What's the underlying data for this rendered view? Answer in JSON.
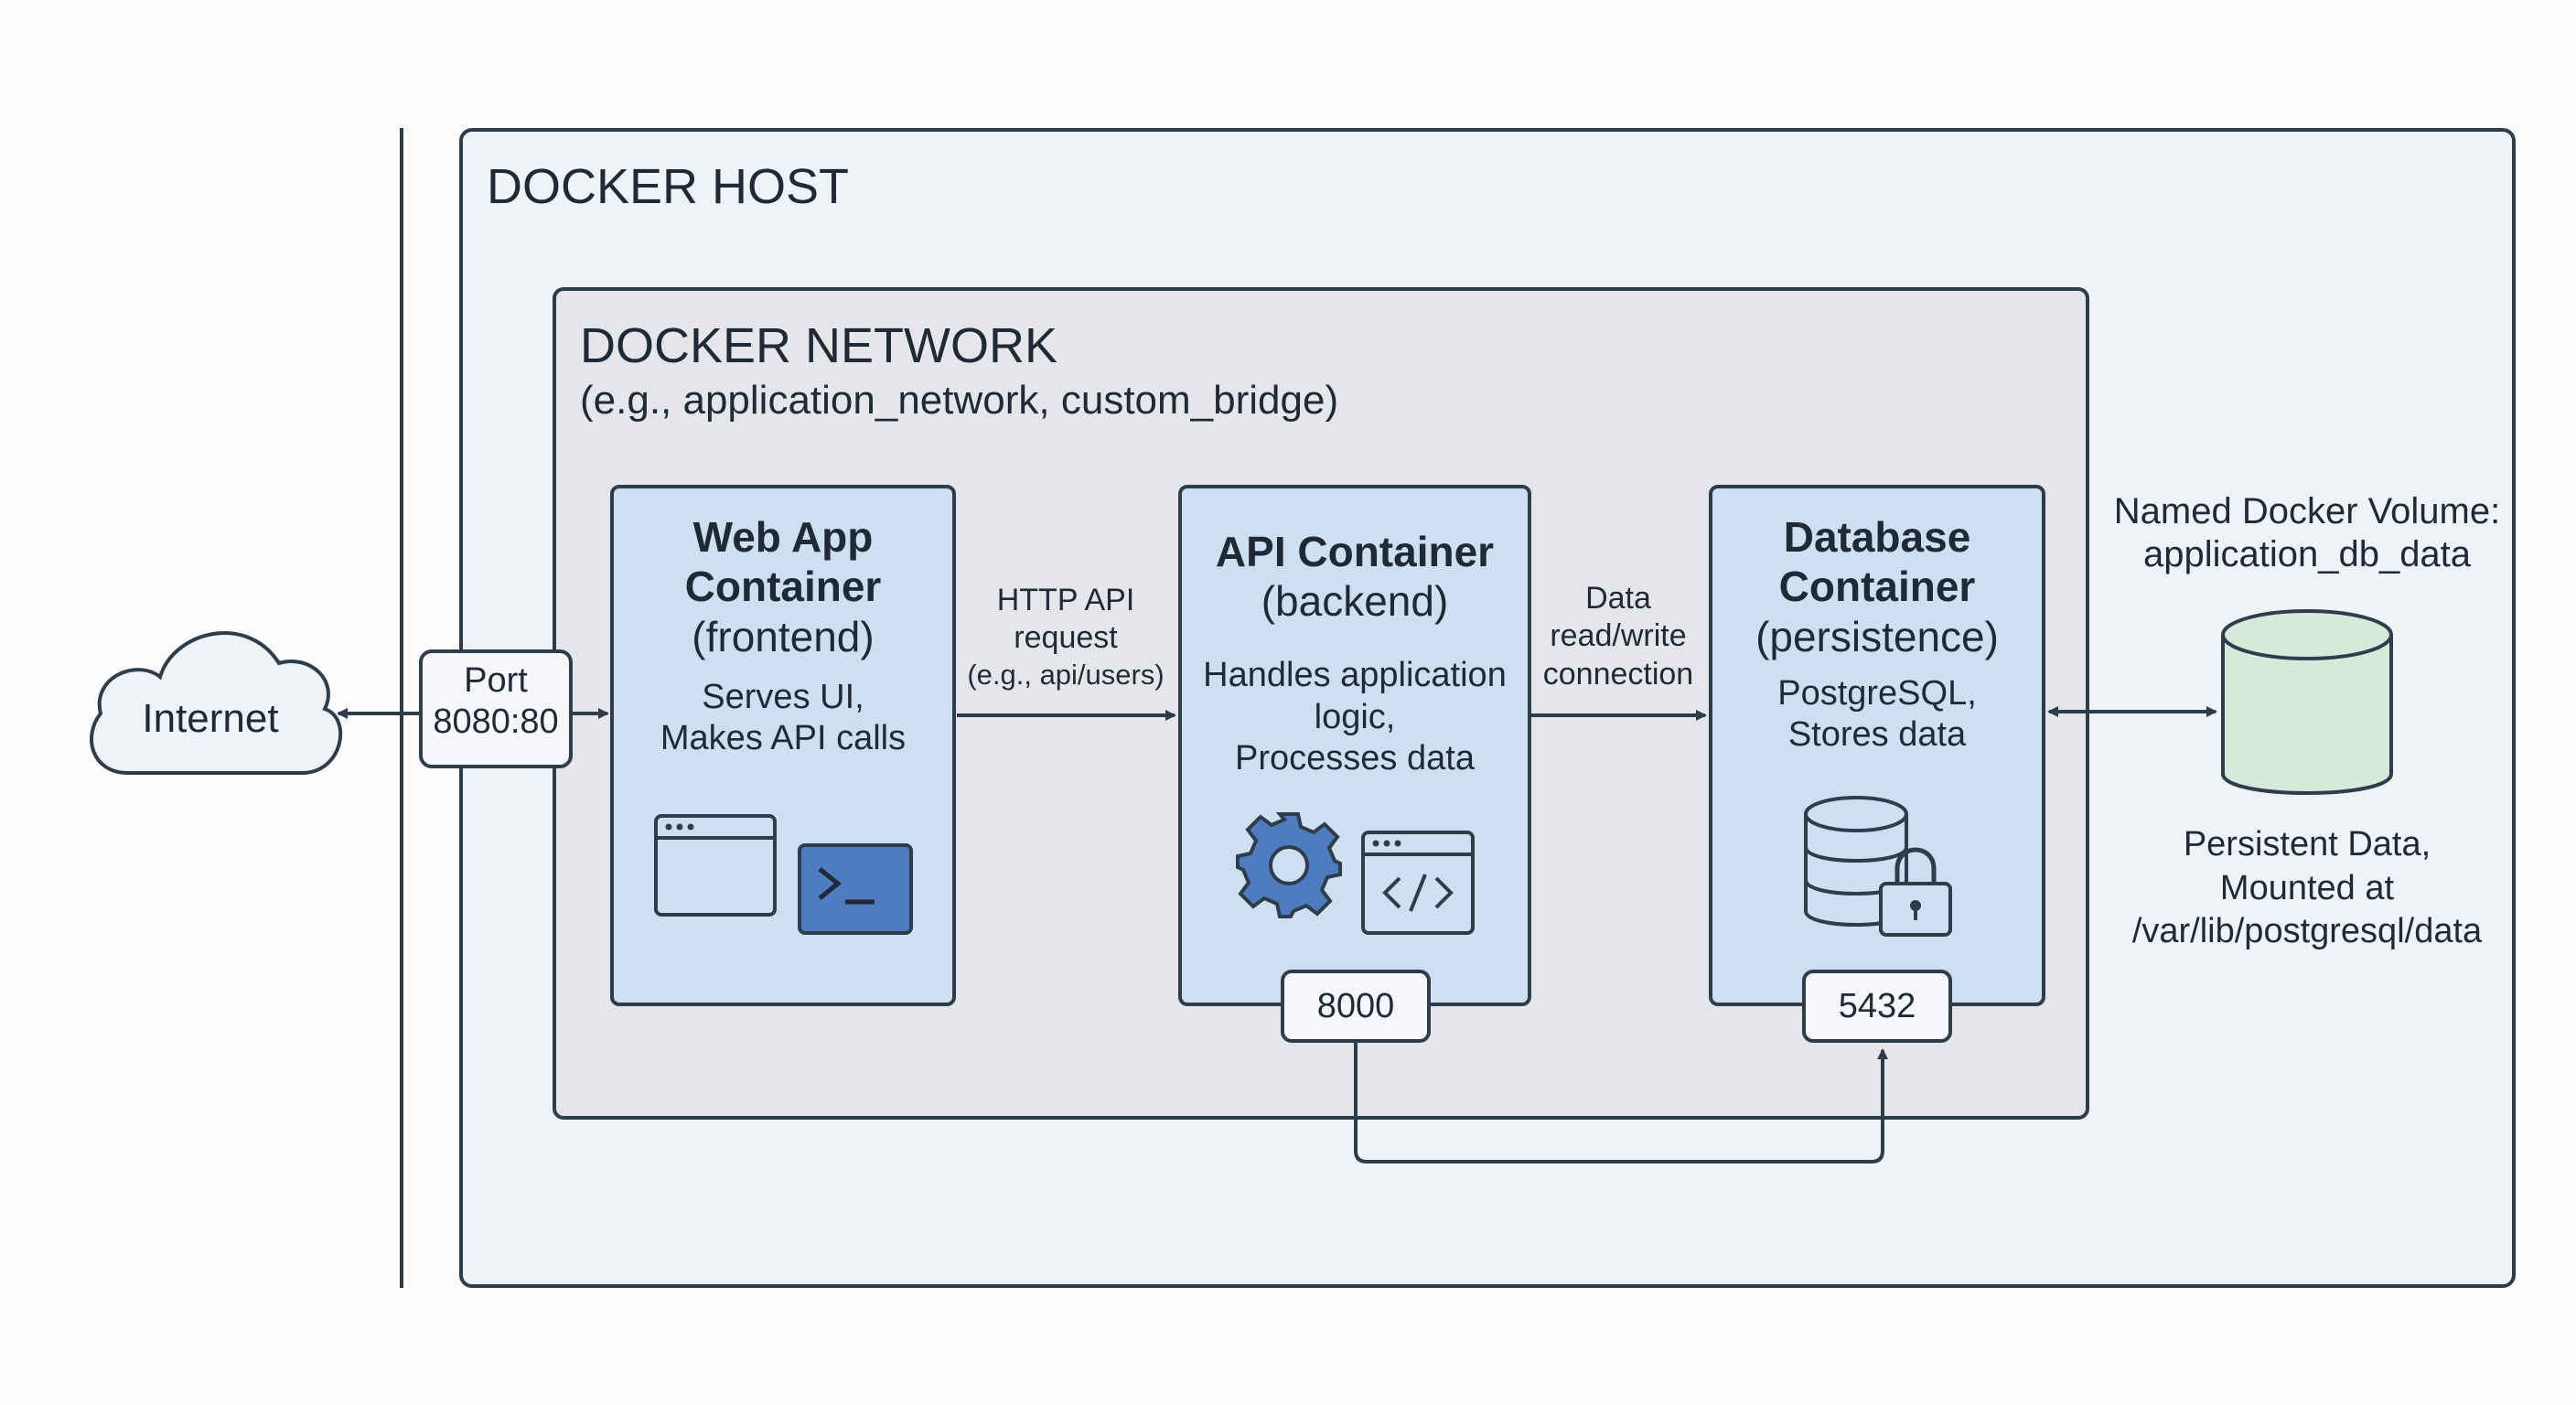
{
  "docker_host": {
    "title": "DOCKER HOST"
  },
  "docker_network": {
    "title": "DOCKER NETWORK",
    "subtitle": "(e.g., application_network, custom_bridge)"
  },
  "internet": {
    "label": "Internet"
  },
  "port_mapping": {
    "line1": "Port",
    "line2": "8080:80"
  },
  "web_app": {
    "title1": "Web App",
    "title2": "Container",
    "title3": "(frontend)",
    "desc1": "Serves UI,",
    "desc2": "Makes API calls",
    "icons": [
      "browser-window-icon",
      "terminal-icon"
    ]
  },
  "http_arrow": {
    "line1": "HTTP API",
    "line2": "request",
    "line3": "(e.g., api/users)"
  },
  "api": {
    "title1": "API Container",
    "title2": "(backend)",
    "desc1": "Handles application",
    "desc2": "logic,",
    "desc3": "Processes data",
    "port": "8000",
    "icons": [
      "gear-icon",
      "code-window-icon"
    ]
  },
  "data_arrow": {
    "line1": "Data",
    "line2": "read/write",
    "line3": "connection"
  },
  "database": {
    "title1": "Database",
    "title2": "Container",
    "title3": "(persistence)",
    "desc1": "PostgreSQL,",
    "desc2": "Stores data",
    "port": "5432",
    "icons": [
      "database-lock-icon"
    ]
  },
  "volume": {
    "title1": "Named Docker Volume:",
    "title2": "application_db_data",
    "desc1": "Persistent Data,",
    "desc2": "Mounted at",
    "desc3": "/var/lib/postgresql/data",
    "icon": "cylinder-volume-icon"
  },
  "colors": {
    "host_bg": "#eef3f8",
    "network_bg": "#e4e6ea",
    "container_bg": "#cddff0",
    "volume_fill": "#d8e9dc",
    "stroke": "#2f3d4a",
    "terminal_blue": "#4f7cc0"
  }
}
